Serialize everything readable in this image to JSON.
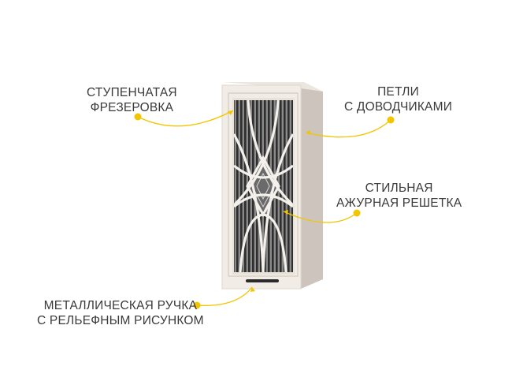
{
  "callouts": {
    "milling": {
      "line1": "СТУПЕНЧАТАЯ",
      "line2": "ФРЕЗЕРОВКА"
    },
    "hinges": {
      "line1": "ПЕТЛИ",
      "line2": "С ДОВОДЧИКАМИ"
    },
    "grille": {
      "line1": "СТИЛЬНАЯ",
      "line2": "АЖУРНАЯ РЕШЕТКА"
    },
    "handle": {
      "line1": "МЕТАЛЛИЧЕСКАЯ РУЧКА",
      "line2": "С РЕЛЬЕФНЫМ РИСУНКОМ"
    }
  },
  "colors": {
    "accent_yellow": "#f2c500",
    "cabinet_front": "#f1ede6",
    "cabinet_side": "#cdc5bd",
    "grille_dark": "#4a4a4a",
    "text": "#3a3a3a"
  }
}
